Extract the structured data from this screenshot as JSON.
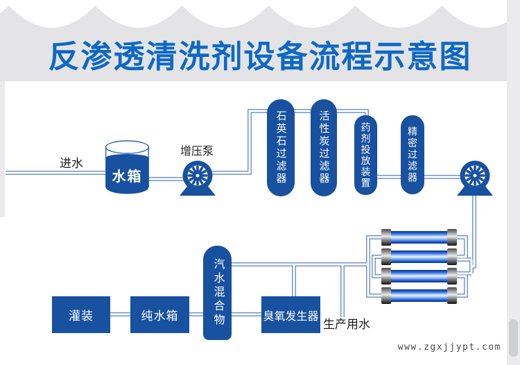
{
  "title": "反渗透清洗剂设备流程示意图",
  "colors": {
    "title_blue": "#0d68c6",
    "element_blue": "#17519f",
    "pipe_blue": "#4272bb",
    "bg_gray": "#e4e4e6",
    "membrane_blue": "#2b6ce0"
  },
  "labels": {
    "inlet": "进水",
    "water_tank": "水箱",
    "booster_pump": "增压泵",
    "production_water": "生产用水",
    "website": "www.zgxjjypt.com"
  },
  "towers": [
    {
      "label": "石英石过滤器"
    },
    {
      "label": "活性炭过滤器"
    },
    {
      "label": "药剂投放装置"
    },
    {
      "label": "精密过滤器"
    }
  ],
  "bottom_blocks": {
    "filling": "灌装",
    "pure_water_tank": "纯水箱",
    "mixer": "汽水混合物",
    "ozone_generator": "臭氧发生器"
  },
  "membranes": {
    "count": 4
  }
}
